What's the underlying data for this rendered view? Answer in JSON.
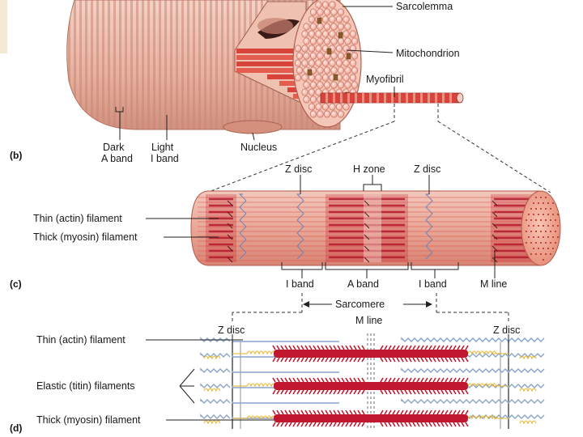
{
  "panel_b": {
    "letter": "(b)",
    "sarcolemma": "Sarcolemma",
    "mitochondrion": "Mitochondrion",
    "myofibril": "Myofibril",
    "dark": "Dark",
    "a_band": "A band",
    "light": "Light",
    "i_band": "I band",
    "nucleus": "Nucleus"
  },
  "panel_c": {
    "letter": "(c)",
    "z_disc_left": "Z disc",
    "h_zone": "H zone",
    "z_disc_right": "Z disc",
    "thin_filament": "Thin (actin) filament",
    "thick_filament": "Thick (myosin) filament",
    "i_band_left": "I band",
    "a_band": "A band",
    "i_band_right": "I band",
    "m_line": "M line",
    "sarcomere": "Sarcomere"
  },
  "panel_d": {
    "letter": "(d)",
    "z_disc_left": "Z disc",
    "m_line": "M line",
    "z_disc_right": "Z disc",
    "thin_filament": "Thin (actin) filament",
    "elastic_filaments": "Elastic (titin) filaments",
    "thick_filament": "Thick (myosin) filament"
  },
  "colors": {
    "muscle_light": "#e8b4a4",
    "muscle_stripe": "#c98675",
    "myofibril_red": "#d8433b",
    "thick_filament": "#c0182e",
    "thin_filament": "#8aa4cc",
    "titin": "#e7b52a"
  }
}
